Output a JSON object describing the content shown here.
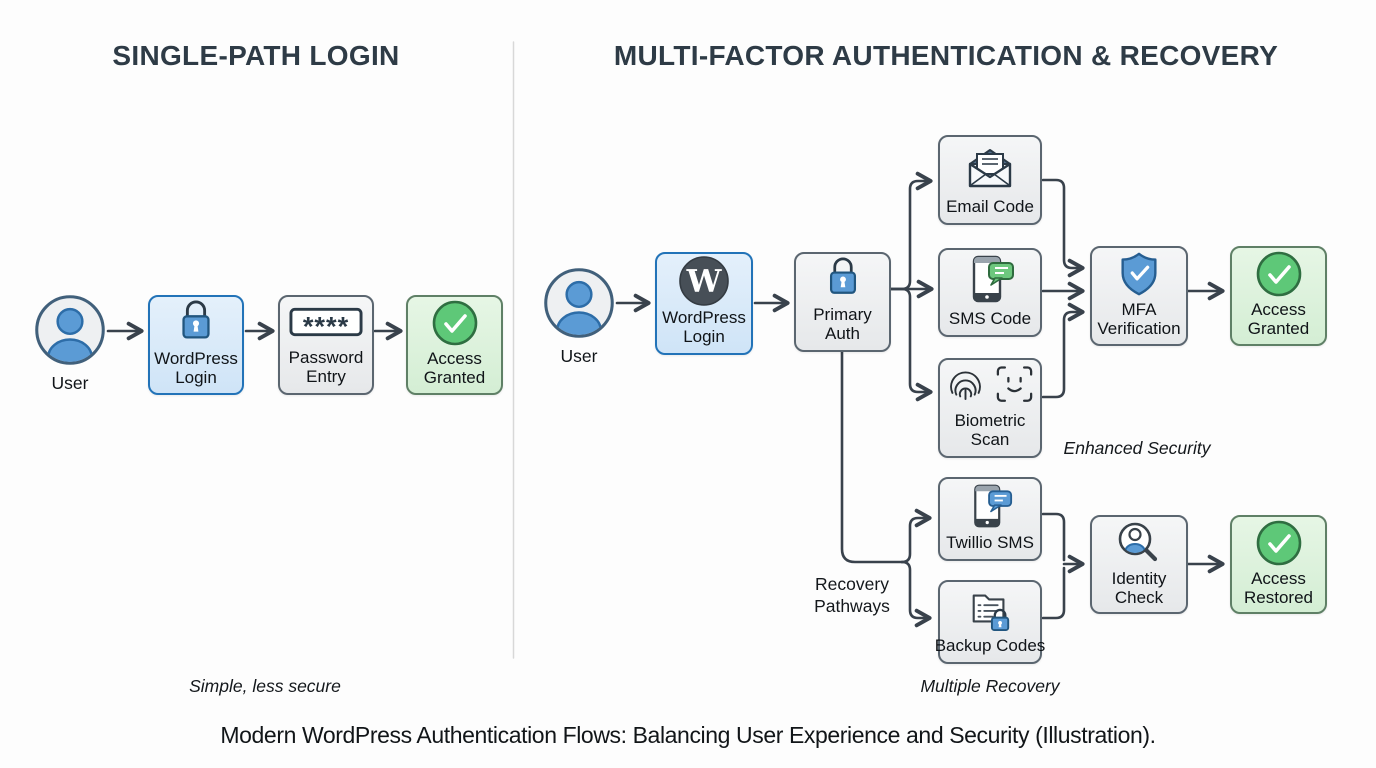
{
  "left_panel": {
    "title": "SINGLE-PATH LOGIN",
    "user_label": "User",
    "nodes": {
      "wordpress_login": {
        "label": "WordPress Login",
        "icon": "lock-icon"
      },
      "password_entry": {
        "label": "Password Entry",
        "icon": "password-field-icon",
        "mask": "****"
      },
      "access_granted": {
        "label": "Access Granted",
        "icon": "check-circle-icon"
      }
    },
    "caption": "Simple, less secure"
  },
  "right_panel": {
    "title": "MULTI-FACTOR AUTHENTICATION & RECOVERY",
    "user_label": "User",
    "nodes": {
      "wordpress_login": {
        "label": "WordPress Login",
        "icon": "wordpress-logo-icon",
        "logo_letter": "W"
      },
      "primary_auth": {
        "label": "Primary Auth",
        "icon": "lock-icon"
      },
      "email_code": {
        "label": "Email Code",
        "icon": "email-icon"
      },
      "sms_code": {
        "label": "SMS Code",
        "icon": "phone-message-green-icon"
      },
      "biometric_scan": {
        "label": "Biometric Scan",
        "icon": "fingerprint-faceid-icon"
      },
      "mfa_verification": {
        "label": "MFA Verification",
        "icon": "shield-check-icon"
      },
      "access_granted": {
        "label": "Access Granted",
        "icon": "check-circle-icon"
      },
      "twillio_sms": {
        "label": "Twillio SMS",
        "icon": "phone-message-blue-icon"
      },
      "backup_codes": {
        "label": "Backup Codes",
        "icon": "backup-codes-lock-icon"
      },
      "identity_check": {
        "label": "Identity Check",
        "icon": "magnifier-person-icon"
      },
      "access_restored": {
        "label": "Access Restored",
        "icon": "check-circle-icon"
      }
    },
    "recovery_label": "Recovery Pathways",
    "captions": {
      "enhanced": "Enhanced Security",
      "recovery": "Multiple Recovery"
    }
  },
  "footer": {
    "caption": "Modern WordPress Authentication Flows: Balancing User Experience and Security (Illustration)."
  },
  "colors": {
    "node_blue_fill": "#d9e9f9",
    "node_blue_border": "#2273b8",
    "node_gray_fill": "#ebedee",
    "node_gray_border": "#5b6670",
    "node_green_fill": "#ddf2dd",
    "node_green_border": "#5f8066",
    "arrow": "#39424c",
    "icon_blue": "#5b9bd5",
    "icon_green": "#5ec878",
    "title_color": "#2e3b46"
  }
}
